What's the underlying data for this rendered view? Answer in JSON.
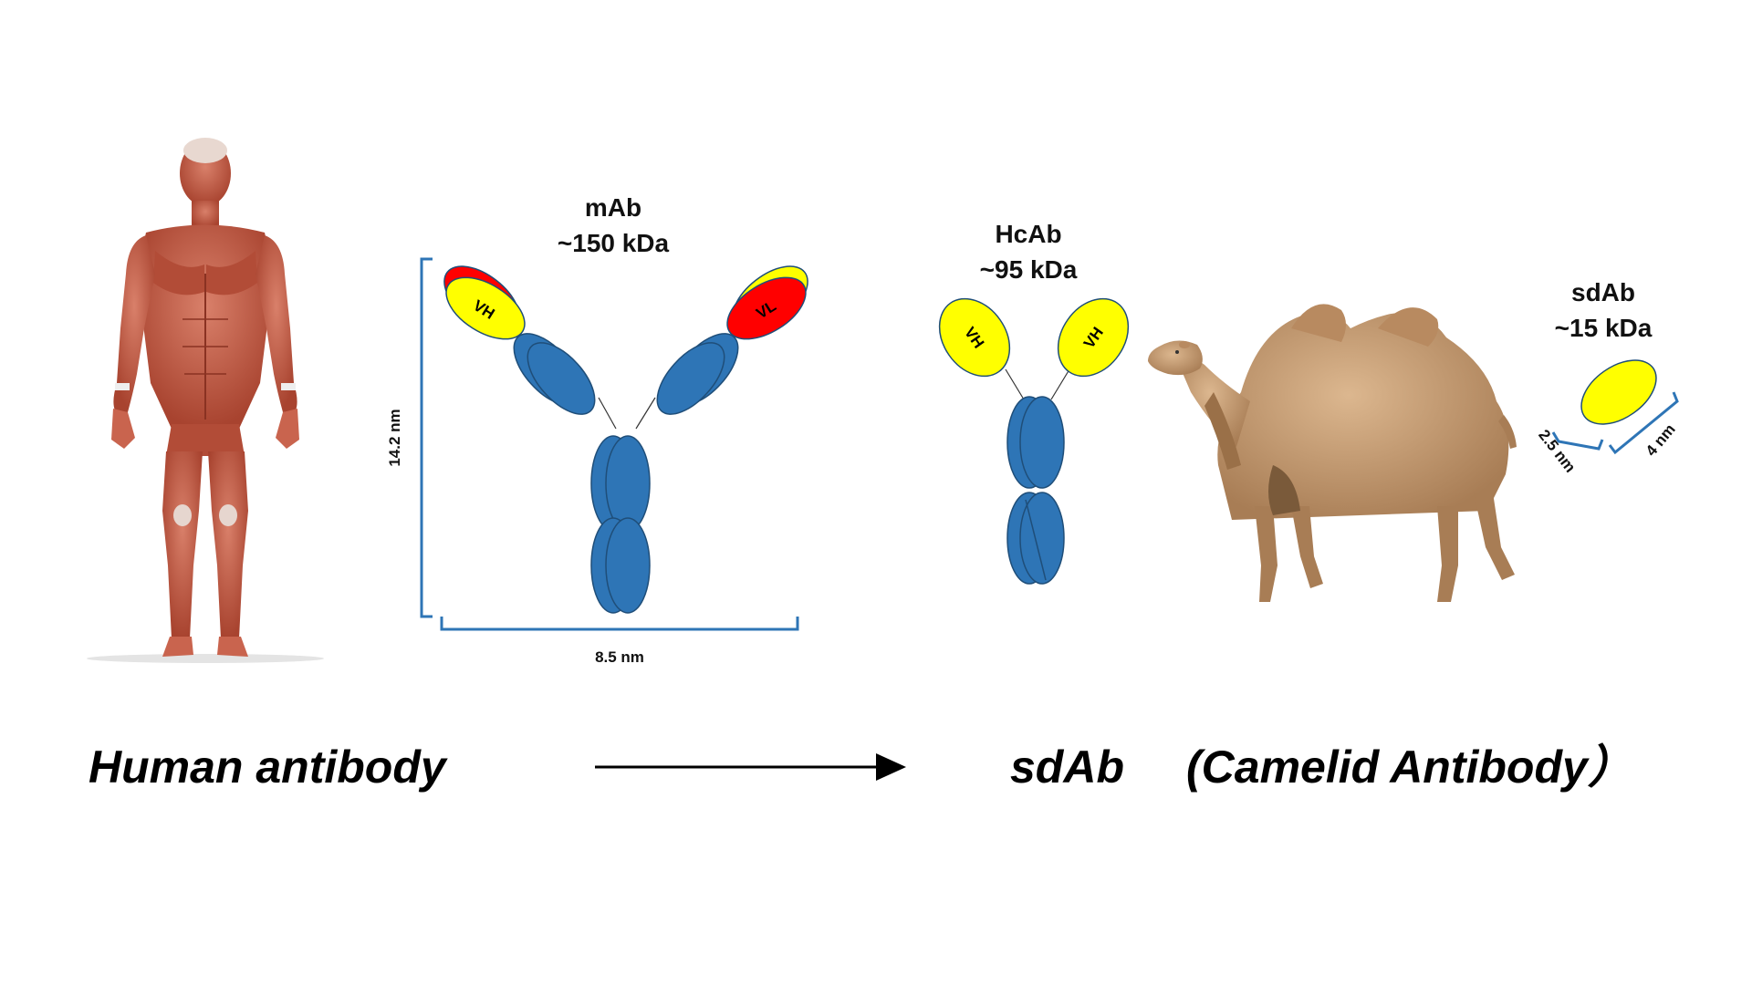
{
  "colors": {
    "constant_domain": "#2e75b6",
    "constant_stroke": "#1f4e79",
    "heavy_variable": "#ffff00",
    "light_variable": "#ff0000",
    "bracket": "#2e75b6",
    "human_skin": "#c8614a",
    "camel_fur": "#c9a27a"
  },
  "mab": {
    "name": "mAb",
    "mass": "~150 kDa",
    "vh_label": "VH",
    "vl_label": "VL",
    "height_label": "14.2 nm",
    "width_label": "8.5 nm"
  },
  "hcab": {
    "name": "HcAb",
    "mass": "~95 kDa",
    "vh_label_left": "VH",
    "vh_label_right": "VH"
  },
  "sdab": {
    "name": "sdAb",
    "mass": "~15 kDa",
    "dim_a": "2.5 nm",
    "dim_b": "4 nm"
  },
  "captions": {
    "left": "Human antibody",
    "right_short": "sdAb",
    "right_long": "(Camelid Antibody）"
  },
  "icons": {
    "human": "human-muscle-figure-icon",
    "camel": "bactrian-camel-icon",
    "arrow": "right-arrow-icon"
  }
}
